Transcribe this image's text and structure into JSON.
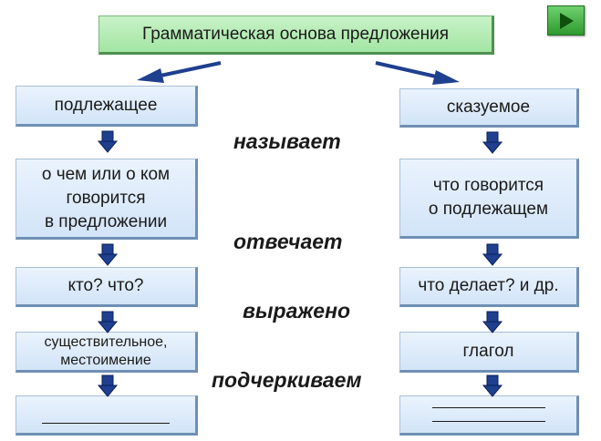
{
  "title": "Грамматическая основа предложения",
  "left": {
    "header": "подлежащее",
    "names": [
      "о чем или о ком",
      "говорится",
      "в предложении"
    ],
    "answers": "кто? что?",
    "expressed": [
      "существительное,",
      "местоимение"
    ]
  },
  "right": {
    "header": "сказуемое",
    "names": [
      "что говорится",
      "о подлежащем"
    ],
    "answers": "что делает? и др.",
    "expressed": "глагол"
  },
  "middle": {
    "names": "называет",
    "answers": "отвечает",
    "expressed": "выражено",
    "underline": "подчеркиваем"
  },
  "colors": {
    "box_fill": "#d2e4f8",
    "title_fill": "#a3e5a3",
    "arrow": "#1f3f8f",
    "play_button": "#2e9a2e"
  },
  "icons": {
    "play": "play-icon"
  }
}
